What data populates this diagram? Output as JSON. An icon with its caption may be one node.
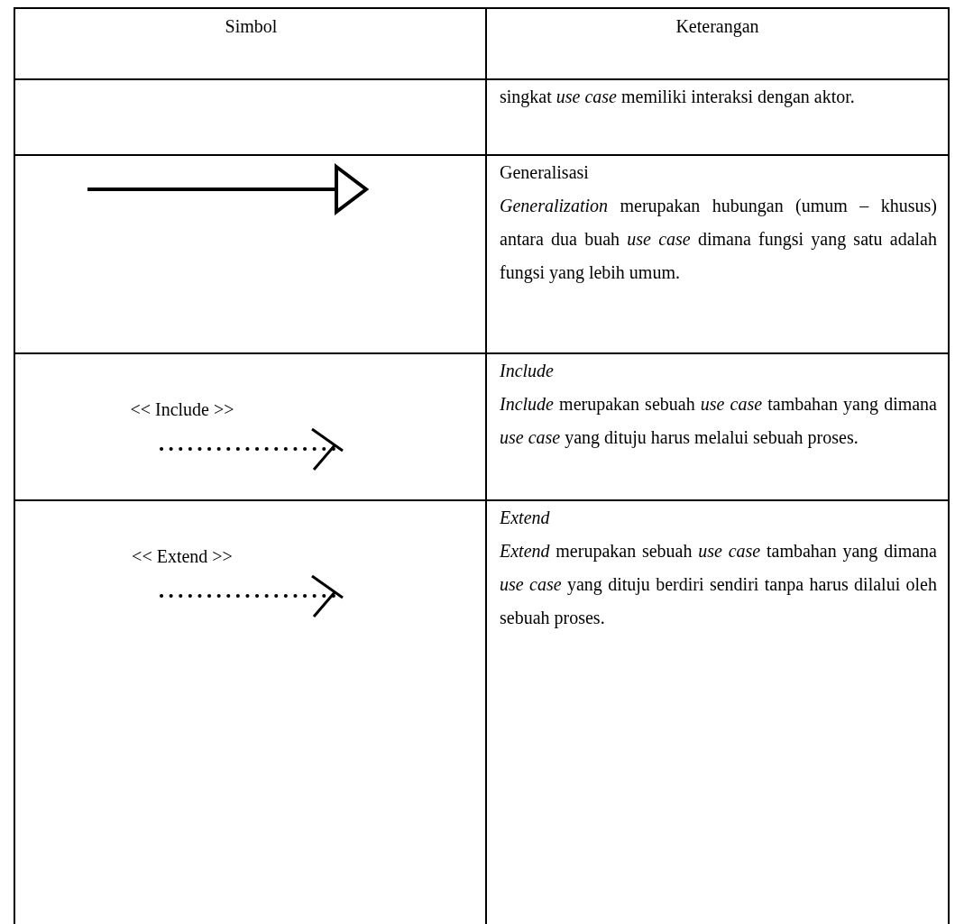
{
  "diagram": {
    "labels": [
      "Simbol",
      "Keterangan",
      "singkat *use case* memiliki interaksi dengan aktor.",
      "Generalisasi",
      "*Generalization* merupakan hubungan (umum – khusus) antara dua buah *use case* dimana fungsi yang satu adalah fungsi yang lebih umum.",
      "<< Include >>",
      "Include",
      "*Include* merupakan sebuah *use case* tambahan yang dimana *use case* yang dituju harus melalui sebuah proses.",
      "<< Extend >>",
      "Extend",
      "*Extend* merupakan sebuah *use case* tambahan yang dimana *use case* yang dituju berdiri sendiri tanpa harus dilalui oleh sebuah proses."
    ]
  }
}
